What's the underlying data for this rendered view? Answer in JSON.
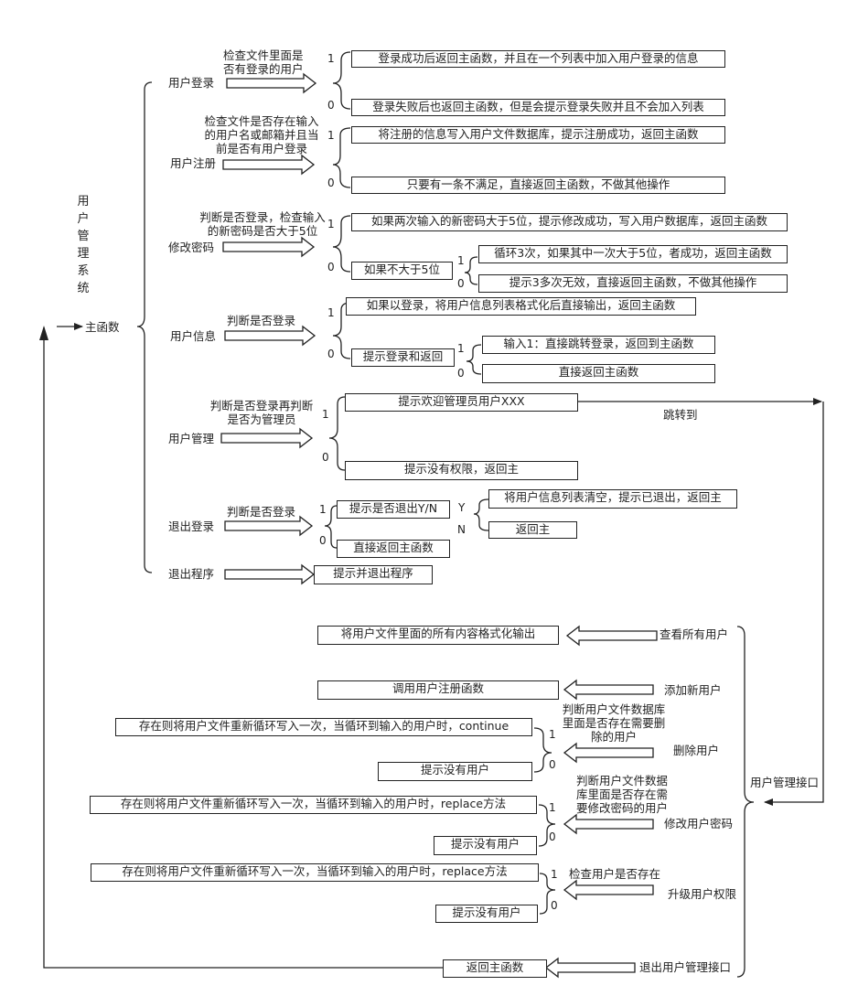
{
  "title": "用户管理系统",
  "main": "主函数",
  "login": {
    "label": "用户登录",
    "check": "检查文件里面是否有登录的用户",
    "yes": "登录成功后返回主函数，并且在一个列表中加入用户登录的信息",
    "no": "登录失败后也返回主函数，但是会提示登录失败并且不会加入列表"
  },
  "register": {
    "label": "用户注册",
    "check": "检查文件是否存在输入的用户名或邮箱并且当前是否有用户登录",
    "yes": "将注册的信息写入用户文件数据库，提示注册成功，返回主函数",
    "no": "只要有一条不满足，直接返回主函数，不做其他操作"
  },
  "change_pw": {
    "label": "修改密码",
    "check": "判断是否登录，检查输入的新密码是否大于5位",
    "yes": "如果两次输入的新密码大于5位，提示修改成功，写入用户数据库，返回主函数",
    "no": "如果不大于5位",
    "no_yes": "循环3次，如果其中一次大于5位，者成功，返回主函数",
    "no_no": "提示3多次无效，直接返回主函数，不做其他操作"
  },
  "info": {
    "label": "用户信息",
    "check": "判断是否登录",
    "yes": "如果以登录，将用户信息列表格式化后直接输出，返回主函数",
    "no": "提示登录和返回",
    "no_yes": "输入1：直接跳转登录，返回到主函数",
    "no_no": "直接返回主函数"
  },
  "manage": {
    "label": "用户管理",
    "check": "判断是否登录再判断是否为管理员",
    "yes": "提示欢迎管理员用户XXX",
    "jump": "跳转到",
    "no": "提示没有权限，返回主"
  },
  "logout": {
    "label": "退出登录",
    "check": "判断是否登录",
    "yes": "提示是否退出Y/N",
    "y_label": "Y",
    "n_label": "N",
    "y_box": "将用户信息列表清空，提示已退出，返回主",
    "n_box": "返回主",
    "no": "直接返回主函数"
  },
  "quit": {
    "label": "退出程序",
    "box": "提示并退出程序"
  },
  "admin": {
    "title": "用户管理接口",
    "view_all": {
      "label": "查看所有用户",
      "box": "将用户文件里面的所有内容格式化输出"
    },
    "add": {
      "label": "添加新用户",
      "box": "调用用户注册函数"
    },
    "delete": {
      "label": "删除用户",
      "check": "判断用户文件数据库里面是否存在需要删除的用户",
      "yes": "存在则将用户文件重新循环写入一次，当循环到输入的用户时，continue",
      "no": "提示没有用户"
    },
    "modify_pw": {
      "label": "修改用户密码",
      "check": "判断用户文件数据库里面是否存在需要修改密码的用户",
      "yes": "存在则将用户文件重新循环写入一次，当循环到输入的用户时，replace方法",
      "no": "提示没有用户"
    },
    "upgrade": {
      "label": "升级用户权限",
      "check": "检查用户是否存在",
      "yes": "存在则将用户文件重新循环写入一次，当循环到输入的用户时，replace方法",
      "no": "提示没有用户"
    },
    "exit": {
      "label": "退出用户管理接口",
      "box": "返回主函数"
    }
  },
  "digits": {
    "one": "1",
    "zero": "0"
  }
}
